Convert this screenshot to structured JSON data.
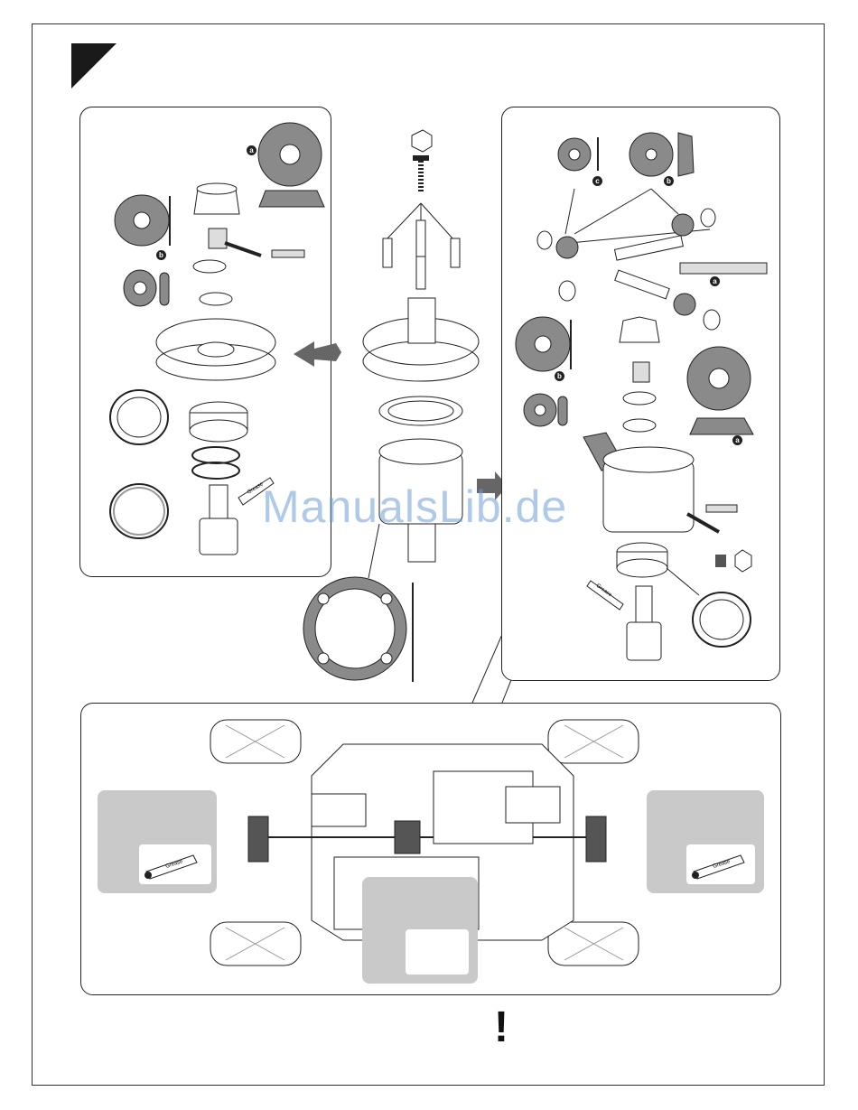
{
  "watermark": {
    "text": "ManualsLib.de"
  },
  "warning": {
    "symbol": "!"
  },
  "labels": {
    "a_left": "a",
    "b_left": "b",
    "c_right": "c",
    "b_right_top": "b",
    "a_right_shaft": "a",
    "b_right_mid": "b",
    "a_right_bottom": "a"
  },
  "grease_tubes": {
    "left_panel": "Grease",
    "right_panel": "Grease",
    "chassis_left": "Grease",
    "chassis_right": "Grease"
  },
  "colors": {
    "line": "#222222",
    "fill_gray": "#8a8a8a",
    "light_gray": "#c9c9c9"
  }
}
